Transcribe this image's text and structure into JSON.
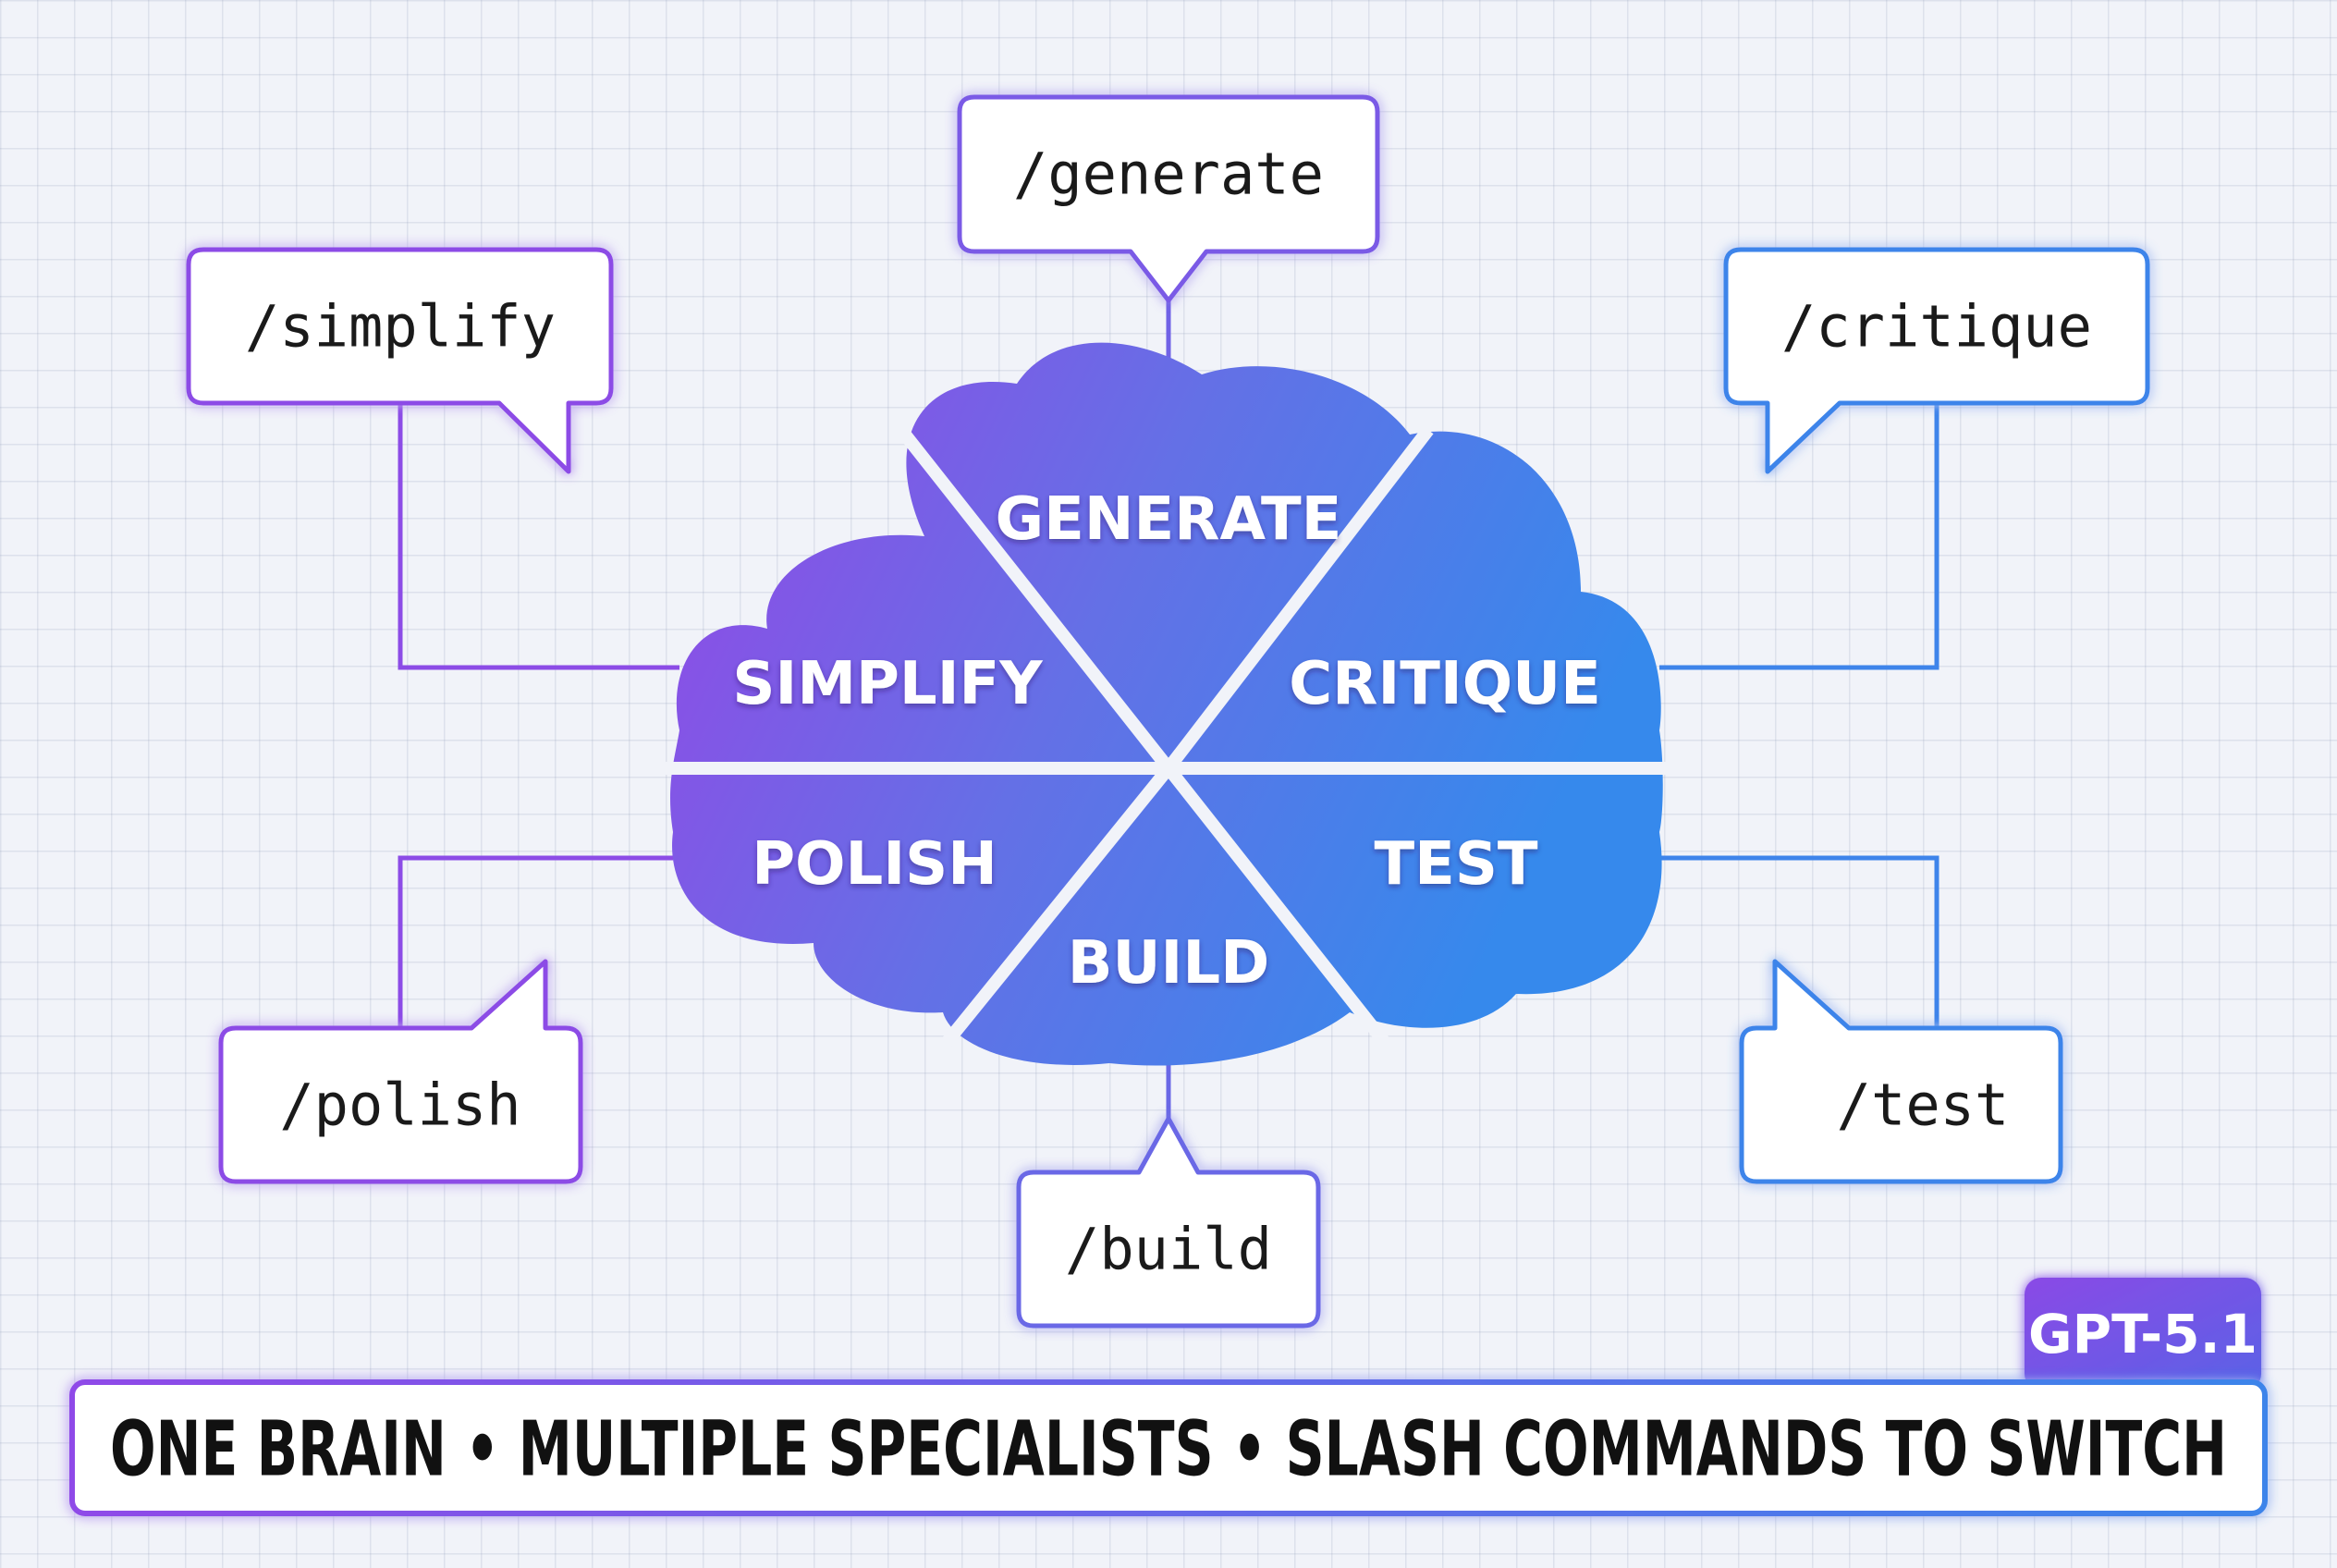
{
  "segments": [
    {
      "key": "generate",
      "label": "GENERATE"
    },
    {
      "key": "simplify",
      "label": "SIMPLIFY"
    },
    {
      "key": "critique",
      "label": "CRITIQUE"
    },
    {
      "key": "polish",
      "label": "POLISH"
    },
    {
      "key": "test",
      "label": "TEST"
    },
    {
      "key": "build",
      "label": "BUILD"
    }
  ],
  "commands": {
    "generate": "/generate",
    "simplify": "/simplify",
    "critique": "/critique",
    "polish": "/polish",
    "test": "/test",
    "build": "/build"
  },
  "badge": "GPT-5.1",
  "tagline": "ONE BRAIN • MULTIPLE SPECIALISTS • SLASH COMMANDS TO SWITCH",
  "colors": {
    "purple": "#8a4ae6",
    "indigo": "#6a6ae6",
    "blue": "#3a86ea",
    "background": "#f1f3f9"
  }
}
